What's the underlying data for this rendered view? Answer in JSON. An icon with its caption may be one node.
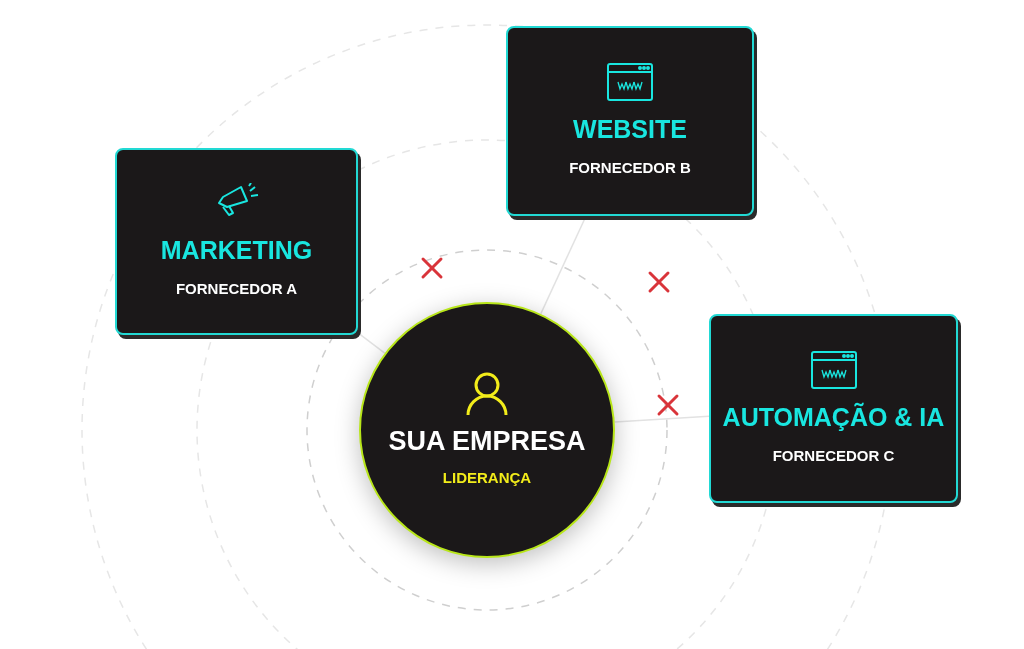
{
  "diagram": {
    "nodes": [
      {
        "text": [
          "SUA EMPRESA",
          "LIDERANÇA"
        ]
      },
      {
        "text": [
          "MARKETING",
          "FORNECEDOR A"
        ]
      },
      {
        "text": [
          "WEBSITE",
          "FORNECEDOR B"
        ]
      },
      {
        "text": [
          "AUTOMAÇÃO & IA",
          "FORNECEDOR C"
        ]
      }
    ],
    "edges": [
      {
        "from": 0,
        "to": 1,
        "arrow": "none"
      },
      {
        "from": 0,
        "to": 2,
        "arrow": "none"
      },
      {
        "from": 0,
        "to": 3,
        "arrow": "none"
      }
    ]
  }
}
